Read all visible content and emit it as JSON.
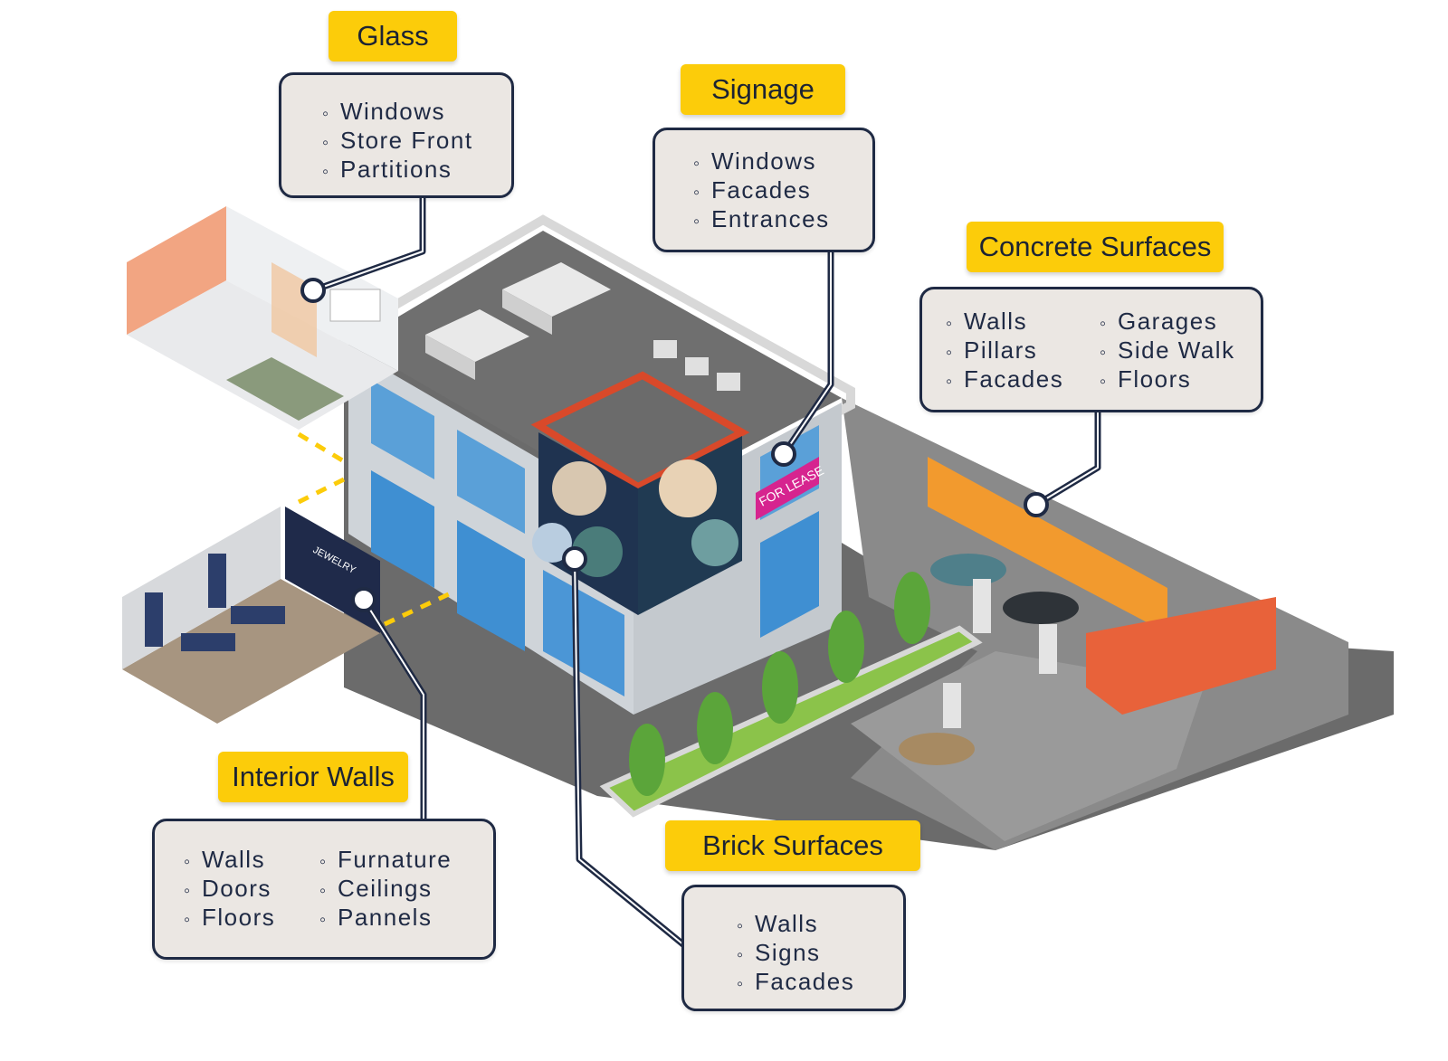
{
  "callouts": {
    "glass": {
      "title": "Glass",
      "items": [
        "Windows",
        "Store Front",
        "Partitions"
      ]
    },
    "signage": {
      "title": "Signage",
      "items": [
        "Windows",
        "Facades",
        "Entrances"
      ]
    },
    "concrete": {
      "title": "Concrete Surfaces",
      "items_left": [
        "Walls",
        "Pillars",
        "Facades"
      ],
      "items_right": [
        "Garages",
        "Side Walk",
        "Floors"
      ]
    },
    "interior": {
      "title": "Interior Walls",
      "items_left": [
        "Walls",
        "Doors",
        "Floors"
      ],
      "items_right": [
        "Furnature",
        "Ceilings",
        "Pannels"
      ]
    },
    "brick": {
      "title": "Brick Surfaces",
      "items": [
        "Walls",
        "Signs",
        "Facades"
      ]
    }
  },
  "illustration": {
    "building_sign": "FOR LEASE",
    "store_sign": "JEWELRY"
  },
  "colors": {
    "label_yellow": "#fccc0a",
    "box_fill": "#ebe7e3",
    "box_border": "#1f2a44",
    "sign_pink": "#d6248f",
    "roof_gray": "#6f6f6f"
  }
}
